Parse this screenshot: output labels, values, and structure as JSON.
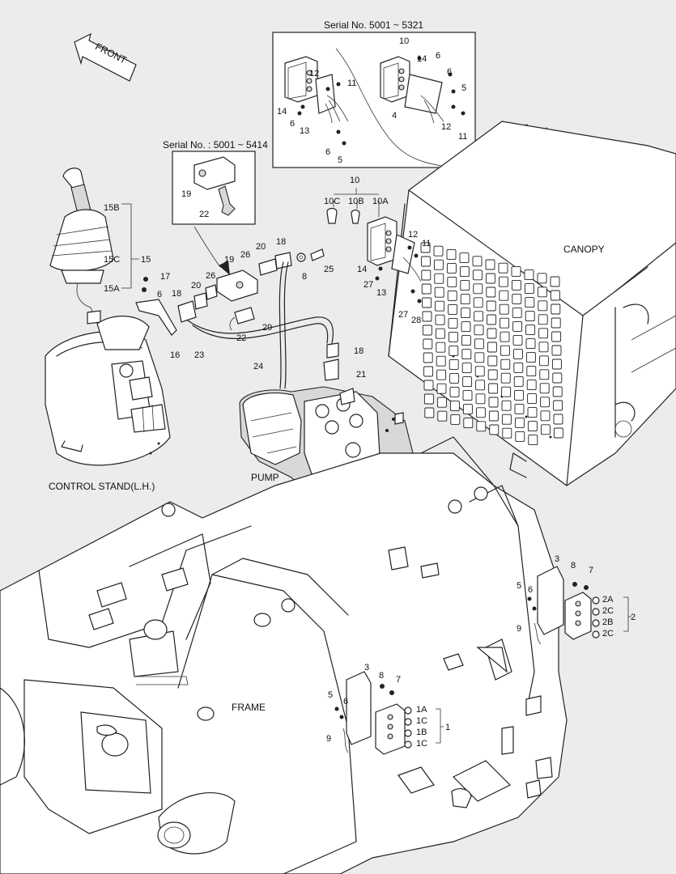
{
  "front_label": "FRONT",
  "sections": {
    "serial_top": "Serial No. 5001 ~ 5321",
    "serial_left": "Serial No. : 5001 ~ 5414",
    "canopy": "CANOPY",
    "control_stand": "CONTROL STAND(L.H.)",
    "pump": "PUMP",
    "frame": "FRAME"
  },
  "callouts": {
    "c1": "1",
    "c1A": "1A",
    "c1B": "1B",
    "c1C": "1C",
    "c2": "2",
    "c2A": "2A",
    "c2B": "2B",
    "c2C": "2C",
    "c3": "3",
    "c4": "4",
    "c5": "5",
    "c6": "6",
    "c7": "7",
    "c8": "8",
    "c9": "9",
    "c10": "10",
    "c10A": "10A",
    "c10B": "10B",
    "c10C": "10C",
    "c11": "11",
    "c12": "12",
    "c13": "13",
    "c14": "14",
    "c15": "15",
    "c15A": "15A",
    "c15B": "15B",
    "c15C": "15C",
    "c16": "16",
    "c17": "17",
    "c18": "18",
    "c19": "19",
    "c20": "20",
    "c21": "21",
    "c22": "22",
    "c23": "23",
    "c24": "24",
    "c25": "25",
    "c26": "26",
    "c27": "27",
    "c28": "28",
    "c29": "29"
  }
}
